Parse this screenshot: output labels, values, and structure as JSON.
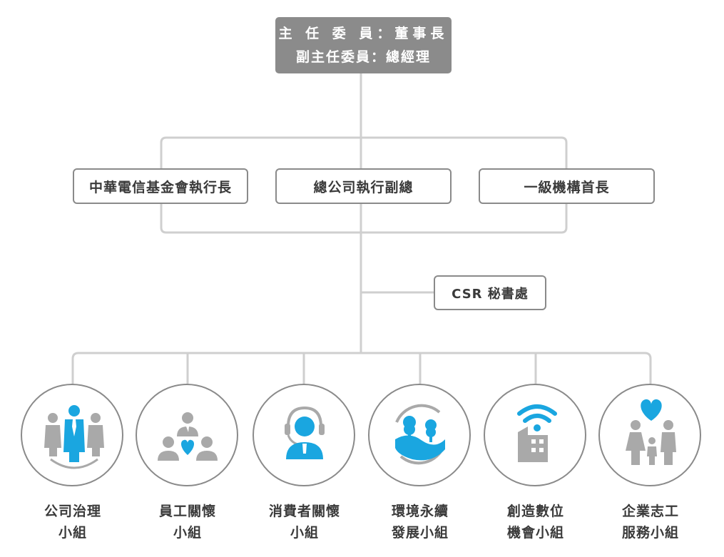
{
  "chairman": {
    "line1": "主 任 委 員：董事長",
    "line2": "副主任委員：總經理"
  },
  "members": [
    {
      "label": "中華電信基金會執行長"
    },
    {
      "label": "總公司執行副總"
    },
    {
      "label": "一級機構首長"
    }
  ],
  "secretariat": {
    "label": "CSR 秘書處"
  },
  "groups": [
    {
      "line1": "公司治理",
      "line2": "小組",
      "icon": "corporate-governance-icon"
    },
    {
      "line1": "員工關懷",
      "line2": "小組",
      "icon": "employee-care-icon"
    },
    {
      "line1": "消費者關懷",
      "line2": "小組",
      "icon": "customer-service-icon"
    },
    {
      "line1": "環境永續",
      "line2": "發展小組",
      "icon": "environment-icon"
    },
    {
      "line1": "創造數位",
      "line2": "機會小組",
      "icon": "digital-opportunity-icon"
    },
    {
      "line1": "企業志工",
      "line2": "服務小組",
      "icon": "volunteer-family-icon"
    }
  ],
  "colors": {
    "accent": "#1aa6e0",
    "icon_gray": "#a9a9a9",
    "border": "#8a8a8a",
    "connector": "#cfcfcf",
    "top_box": "#8b8b8b"
  }
}
